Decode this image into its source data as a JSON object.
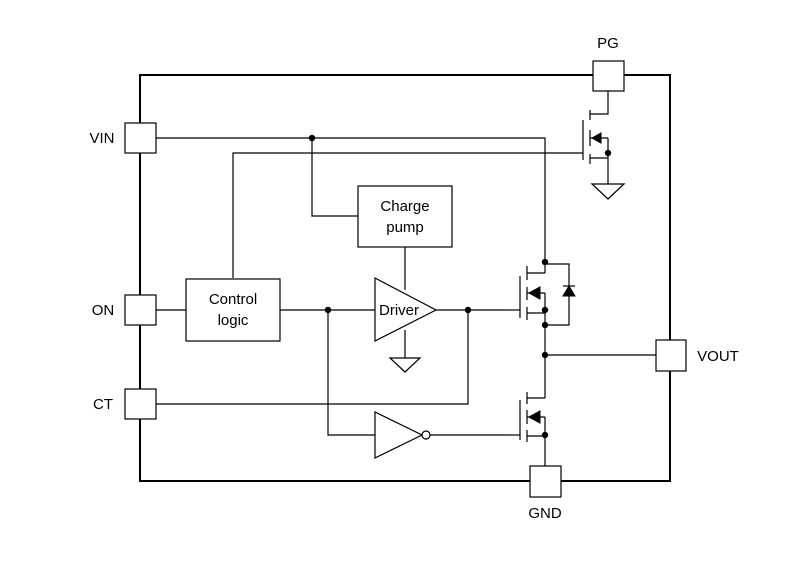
{
  "pins": {
    "vin": "VIN",
    "on": "ON",
    "ct": "CT",
    "vout": "VOUT",
    "pg": "PG",
    "gnd": "GND"
  },
  "blocks": {
    "charge_pump_line1": "Charge",
    "charge_pump_line2": "pump",
    "control_logic_line1": "Control",
    "control_logic_line2": "logic",
    "driver": "Driver"
  }
}
